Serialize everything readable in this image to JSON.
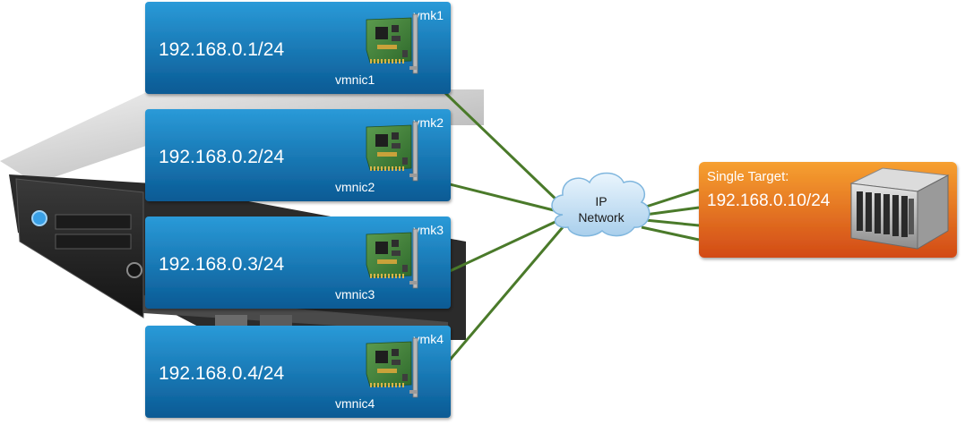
{
  "vmkernel_ports": [
    {
      "ip": "192.168.0.1/24",
      "vmk": "vmk1",
      "vmnic": "vmnic1"
    },
    {
      "ip": "192.168.0.2/24",
      "vmk": "vmk2",
      "vmnic": "vmnic2"
    },
    {
      "ip": "192.168.0.3/24",
      "vmk": "vmk3",
      "vmnic": "vmnic3"
    },
    {
      "ip": "192.168.0.4/24",
      "vmk": "vmk4",
      "vmnic": "vmnic4"
    }
  ],
  "network": {
    "line1": "IP",
    "line2": "Network"
  },
  "target": {
    "label": "Single Target:",
    "ip": "192.168.0.10/24"
  },
  "colors": {
    "port_box_top": "#1c8ccd",
    "port_box_bottom": "#0a5f9a",
    "target_top": "#f48a1d",
    "target_bottom": "#d9531a",
    "link_line": "#4a7a2a",
    "cloud": "#cfe6f7"
  }
}
